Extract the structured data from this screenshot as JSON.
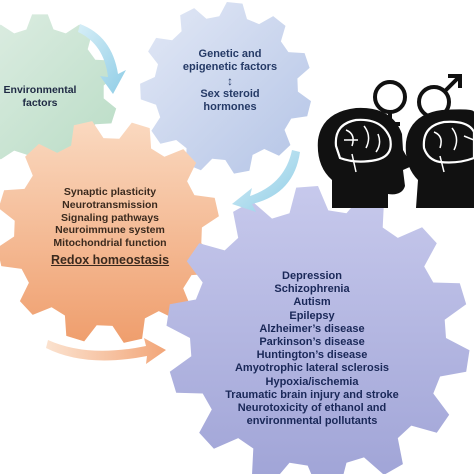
{
  "environmental_gear": {
    "lines": [
      "Environmental",
      "factors"
    ]
  },
  "genetic_gear": {
    "line1": "Genetic and",
    "line2": "epigenetic factors",
    "arrow": "↕",
    "line3": "Sex steroid",
    "line4": "hormones"
  },
  "mechanism_gear": {
    "items": [
      "Synaptic plasticity",
      "Neurotransmission",
      "Signaling pathways",
      "Neuroimmune system",
      "Mitochondrial function"
    ],
    "highlight": "Redox homeostasis"
  },
  "disease_gear": {
    "items": [
      "Depression",
      "Schizophrenia",
      "Autism",
      "Epilepsy",
      "Alzheimer’s disease",
      "Parkinson’s disease",
      "Huntington’s disease",
      "Amyotrophic lateral sclerosis",
      "Hypoxia/ischemia",
      "Traumatic brain injury and stroke",
      "Neurotoxicity of ethanol and",
      "environmental pollutants"
    ]
  },
  "icons": {
    "female": "female-symbol-icon",
    "male": "male-symbol-icon",
    "heads": "brain-head-icon"
  },
  "colors": {
    "green_gear": "#cfe6d6",
    "blue_gear": "#c9d6ee",
    "orange_gear": "#f0b28a",
    "purple_gear": "#b5b5e0",
    "arrow": "#a6d7ea"
  }
}
